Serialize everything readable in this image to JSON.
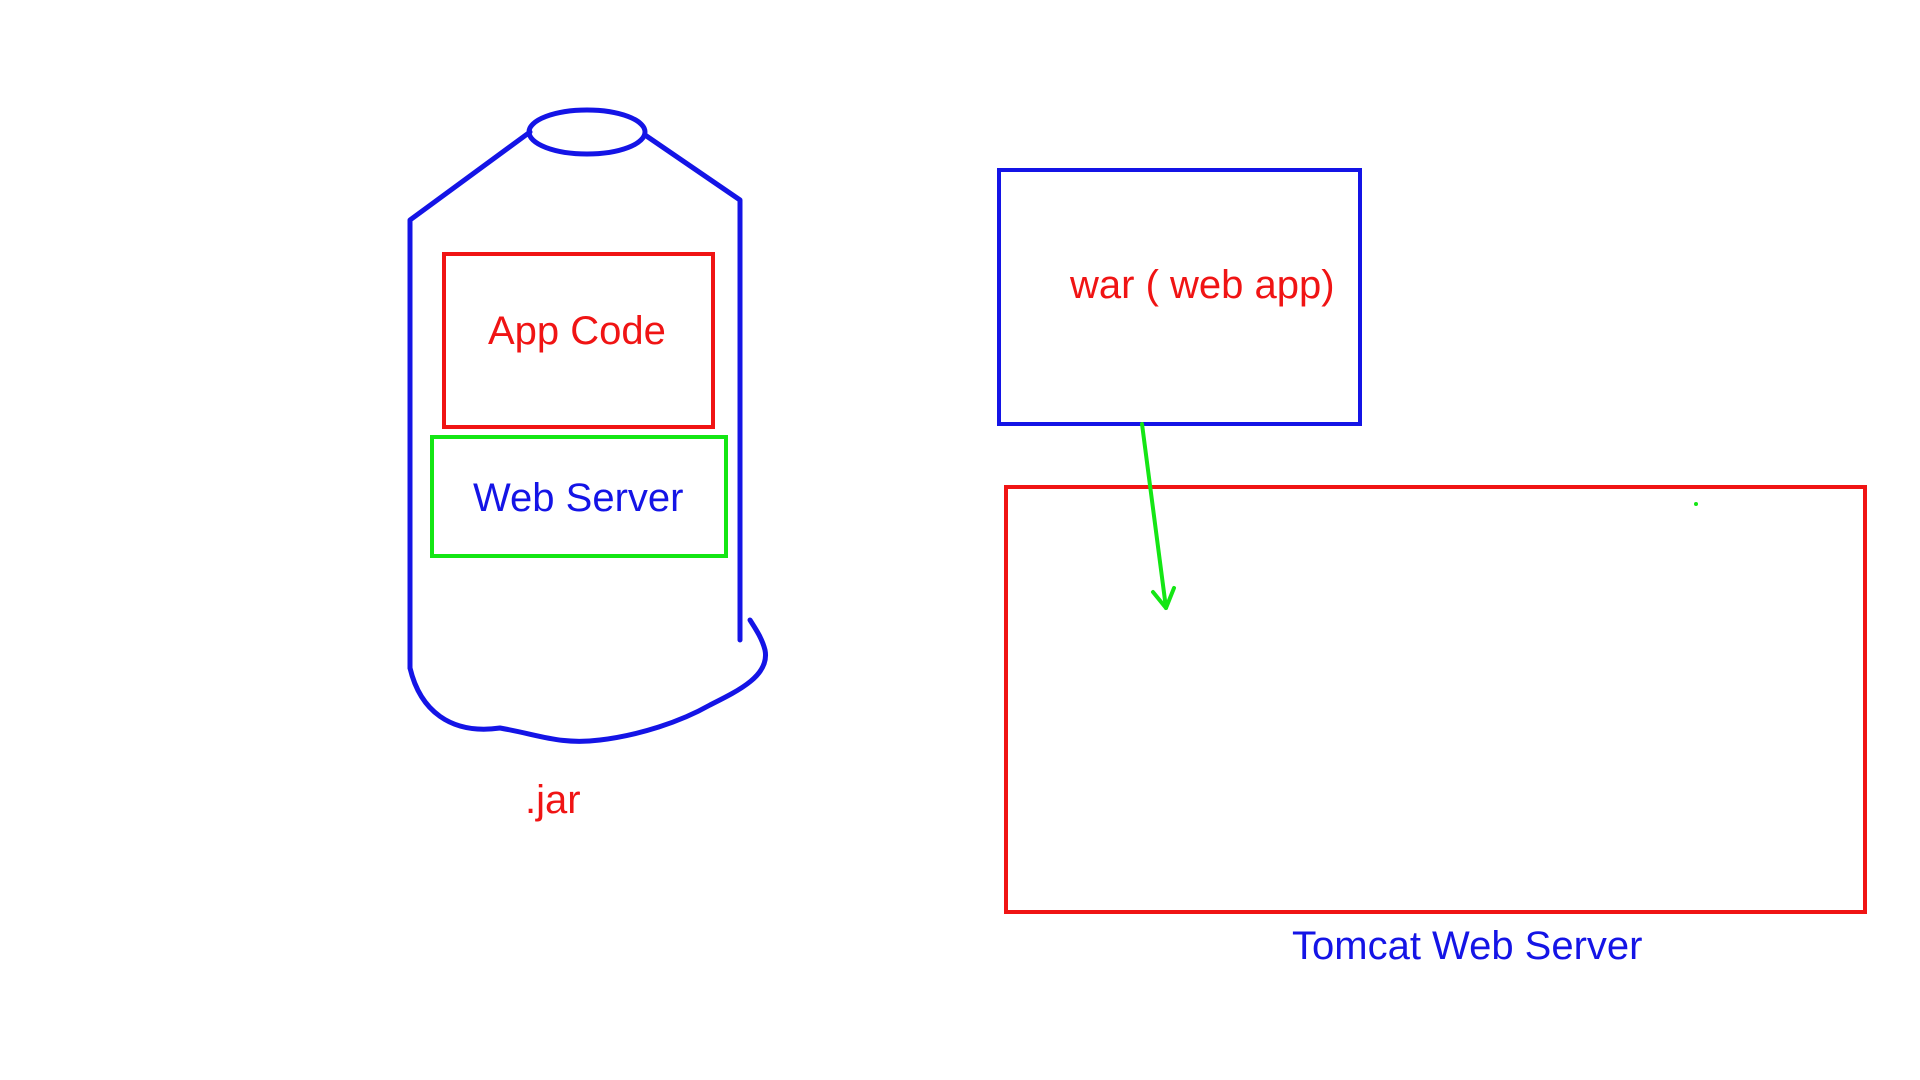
{
  "colors": {
    "blue": "#1414e6",
    "red": "#f01414",
    "green": "#14e614"
  },
  "jar_bottle": {
    "app_code_label": "App Code",
    "web_server_label": "Web Server",
    "caption": ".jar"
  },
  "war_box": {
    "label": "war ( web app)"
  },
  "tomcat_box": {
    "caption": "Tomcat Web Server"
  }
}
